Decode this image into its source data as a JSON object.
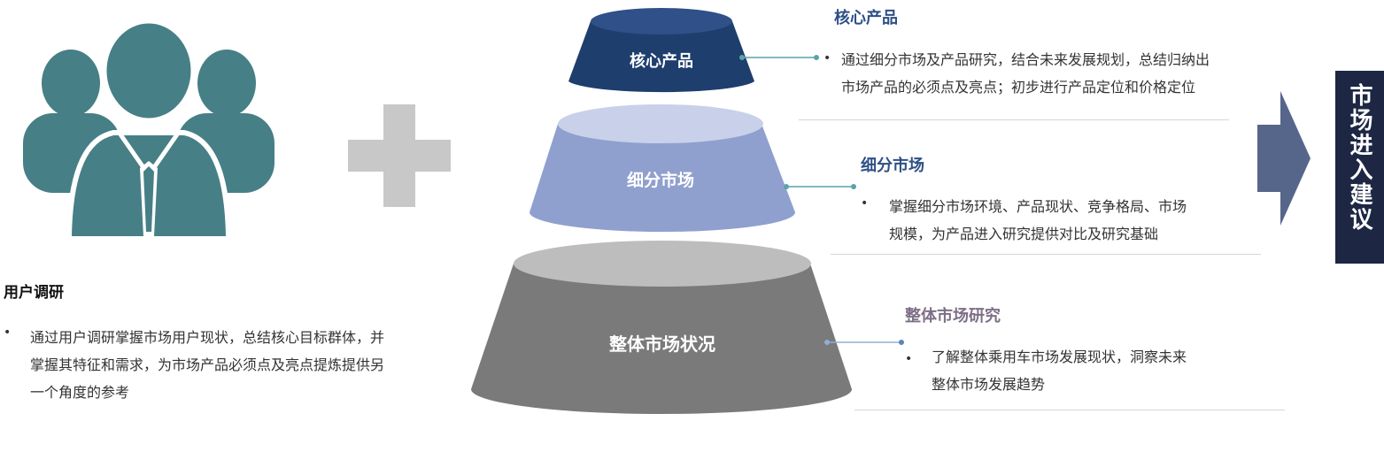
{
  "user_research": {
    "title": "用户调研",
    "bullet": "•",
    "description": "通过用户调研掌握市场用户现状，总结核心目标群体，并掌握其特征和需求，为市场产品必须点及亮点提炼提供另一个角度的参考"
  },
  "pyramid": {
    "top_label": "核心产品",
    "middle_label": "细分市场",
    "bottom_label": "整体市场状况"
  },
  "sections": {
    "core": {
      "title": "核心产品",
      "bullet": "•",
      "description": "通过细分市场及产品研究，结合未来发展规划，总结归纳出市场产品的必须点及亮点；初步进行产品定位和价格定位"
    },
    "segment": {
      "title": "细分市场",
      "bullet": "•",
      "description": "掌握细分市场环境、产品现状、竞争格局、市场规模，为产品进入研究提供对比及研究基础"
    },
    "overall": {
      "title": "整体市场研究",
      "bullet": "•",
      "description": "了解整体乘用车市场发展现状，洞察未来整体市场发展趋势"
    }
  },
  "cta": {
    "label": "市场进入建议"
  },
  "colors": {
    "people_icon": "#477f86",
    "plus_icon": "#c8c8c8",
    "top_tier": "#1e3e6d",
    "middle_tier": "#8fa0cf",
    "bottom_tier": "#7a7a7a",
    "arrow": "#56668b",
    "cta_box": "#1d2744",
    "connector": "#5aa3a8"
  },
  "icons": {
    "people": "user-group-icon",
    "plus": "plus-icon",
    "arrow": "arrow-right-icon"
  }
}
